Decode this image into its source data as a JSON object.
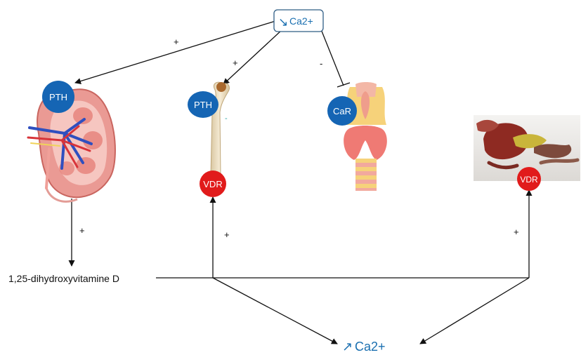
{
  "top_node": {
    "arrow_glyph": "↘",
    "label": "Ca2+"
  },
  "bottom_node": {
    "arrow_glyph": "↗",
    "label": "Ca2+"
  },
  "vitamin_label": "1,25-dihydroxyvitamine D",
  "badges": {
    "pth_kidney": "PTH",
    "pth_bone": "PTH",
    "car_thyroid": "CaR",
    "vdr_bone": "VDR",
    "vdr_intestine": "VDR"
  },
  "signs": {
    "to_kidney": "+",
    "to_bone": "+",
    "to_thyroid": "-",
    "bone_minus": "-",
    "kidney_to_vitamin": "+",
    "vitamin_to_bone": "+",
    "vitamin_to_intestine": "+"
  },
  "colors": {
    "badge_blue": "#1565b4",
    "badge_red": "#e11b1b",
    "accent_text": "#1a6fb0",
    "line": "#111111"
  }
}
